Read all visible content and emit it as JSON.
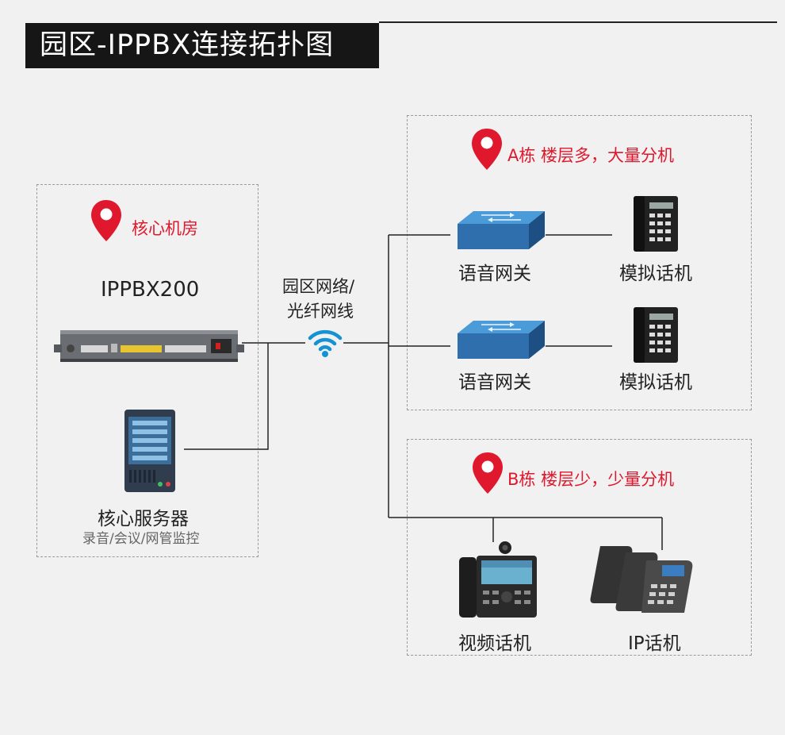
{
  "title": "园区-IPPBX连接拓扑图",
  "colors": {
    "accent": "#e0182d",
    "title_bg": "#161616",
    "background": "#f1f1f1",
    "switch_blue": "#2f6fae"
  },
  "core_room": {
    "location": "核心机房",
    "pbx_label": "IPPBX200",
    "server_label": "核心服务器",
    "server_sub": "录音/会议/网管监控"
  },
  "network": {
    "line1": "园区网络/",
    "line2": "光纤网线",
    "icon": "wifi-icon"
  },
  "building_a": {
    "location": "A栋 楼层多，大量分机",
    "rows": [
      {
        "gateway": "语音网关",
        "phone": "模拟话机"
      },
      {
        "gateway": "语音网关",
        "phone": "模拟话机"
      }
    ]
  },
  "building_b": {
    "location": "B栋 楼层少，少量分机",
    "video_phone": "视频话机",
    "ip_phone": "IP话机"
  }
}
